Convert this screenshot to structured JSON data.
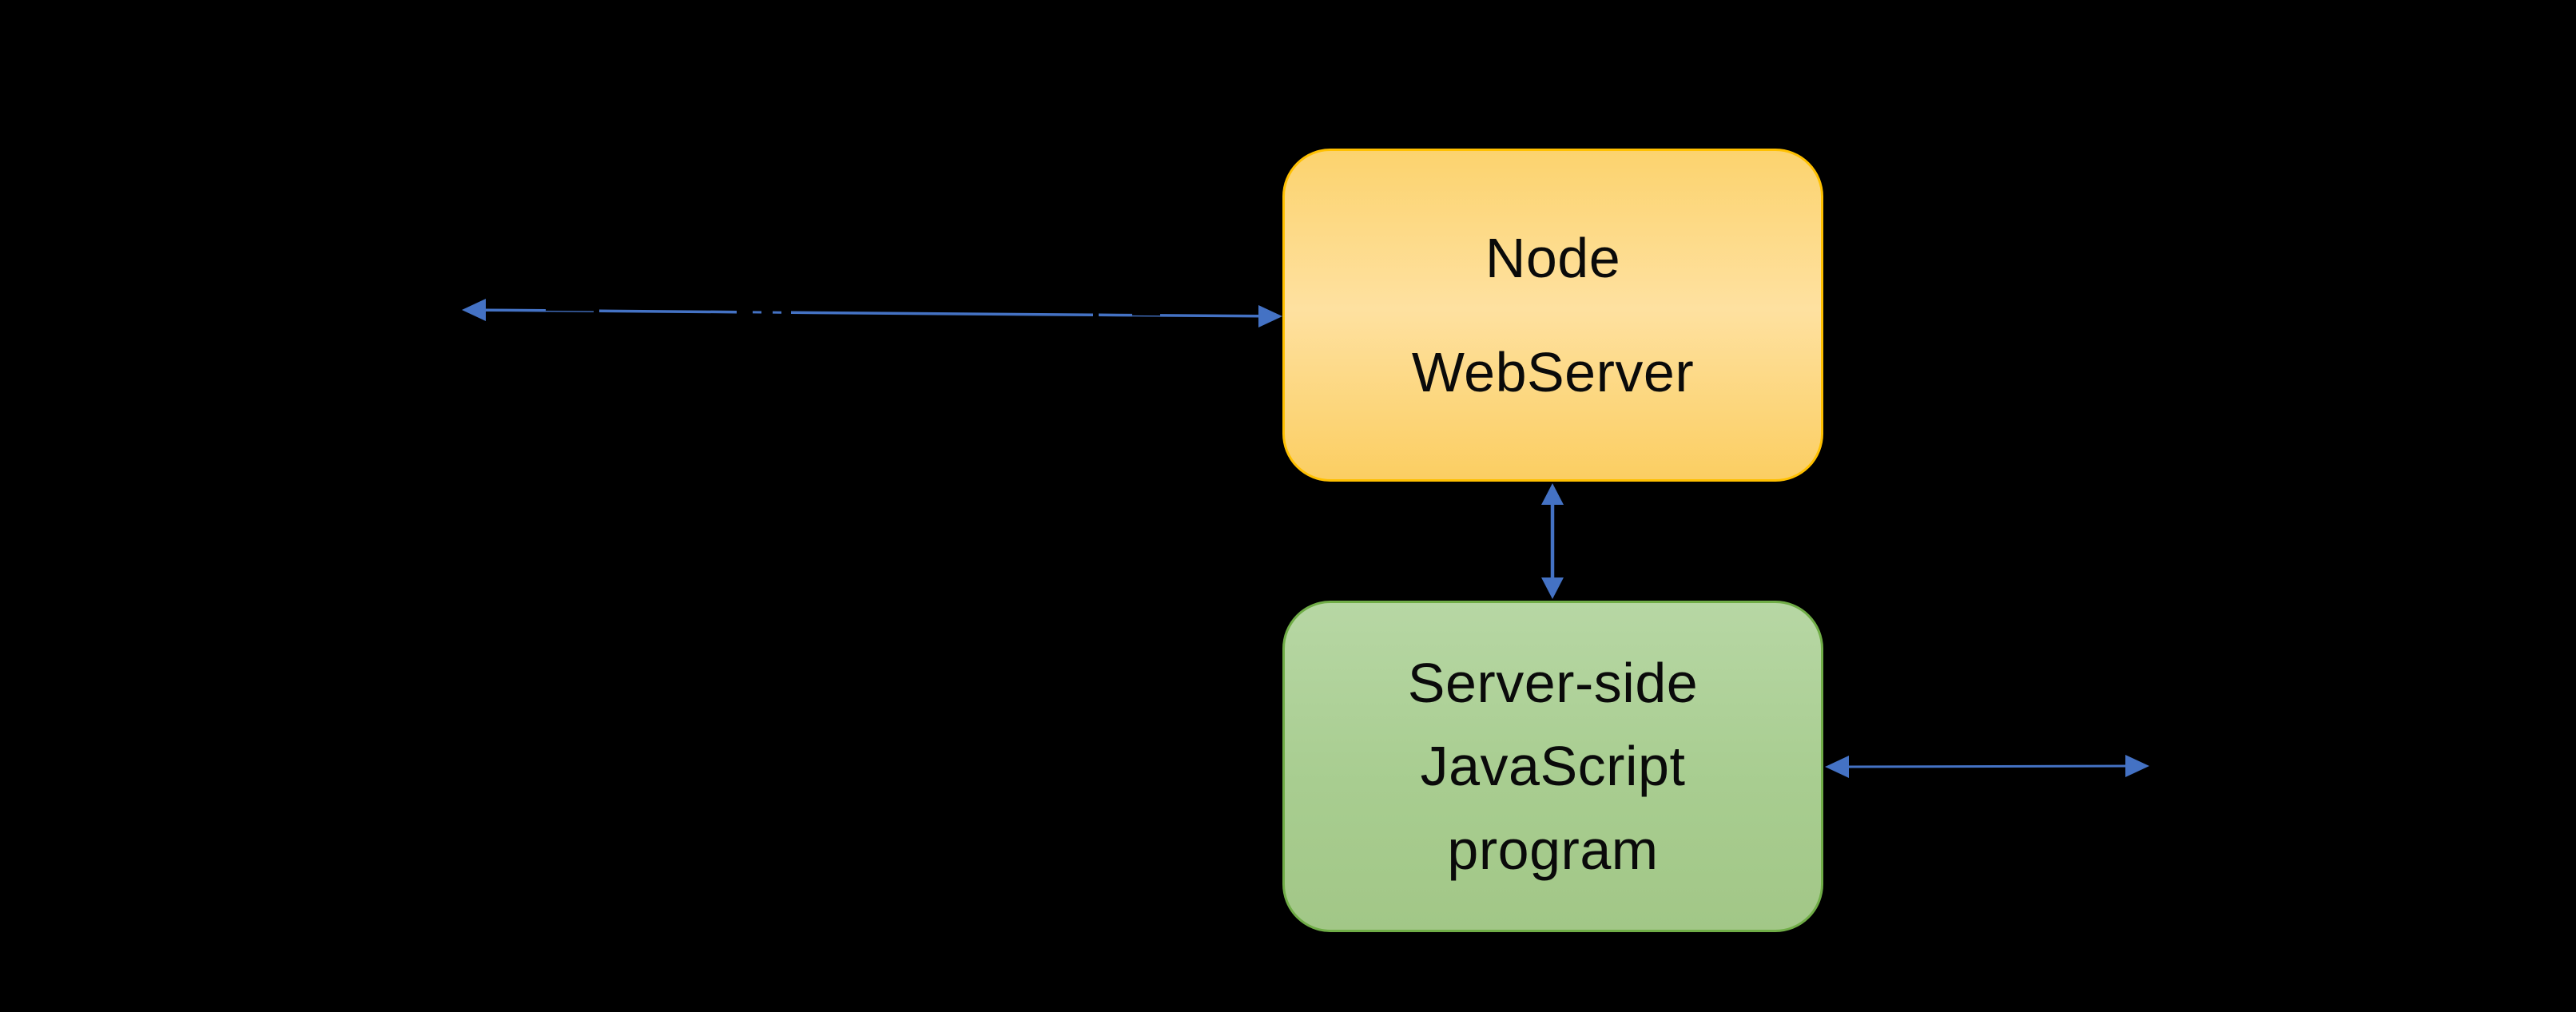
{
  "diagram": {
    "background_color": "#000000",
    "arrow_color": "#4472C4",
    "nodes": [
      {
        "id": "node-webserver",
        "lines": [
          "Node",
          "WebServer"
        ],
        "border_color": "#FFC000",
        "fill_gradient": [
          "#FCD36E",
          "#FEE1A0",
          "#FBCE62"
        ],
        "text_color": "#000000"
      },
      {
        "id": "server-side-js-program",
        "lines": [
          "Server-side",
          "JavaScript",
          "program"
        ],
        "border_color": "#70AD47",
        "fill_gradient": [
          "#B7D7A4",
          "#A8CD90",
          "#A2C787"
        ],
        "text_color": "#000000"
      }
    ],
    "connectors": [
      {
        "id": "left-double-arrow",
        "type": "double-headed-arrow",
        "orientation": "horizontal",
        "from": "left edge of canvas area",
        "to": "Node WebServer (left side)"
      },
      {
        "id": "middle-double-arrow",
        "type": "double-headed-arrow",
        "orientation": "vertical",
        "from": "Node WebServer (bottom)",
        "to": "Server-side JavaScript program (top)"
      },
      {
        "id": "right-double-arrow",
        "type": "double-headed-arrow",
        "orientation": "horizontal",
        "from": "Server-side JavaScript program (right side)",
        "to": "right area"
      }
    ]
  }
}
